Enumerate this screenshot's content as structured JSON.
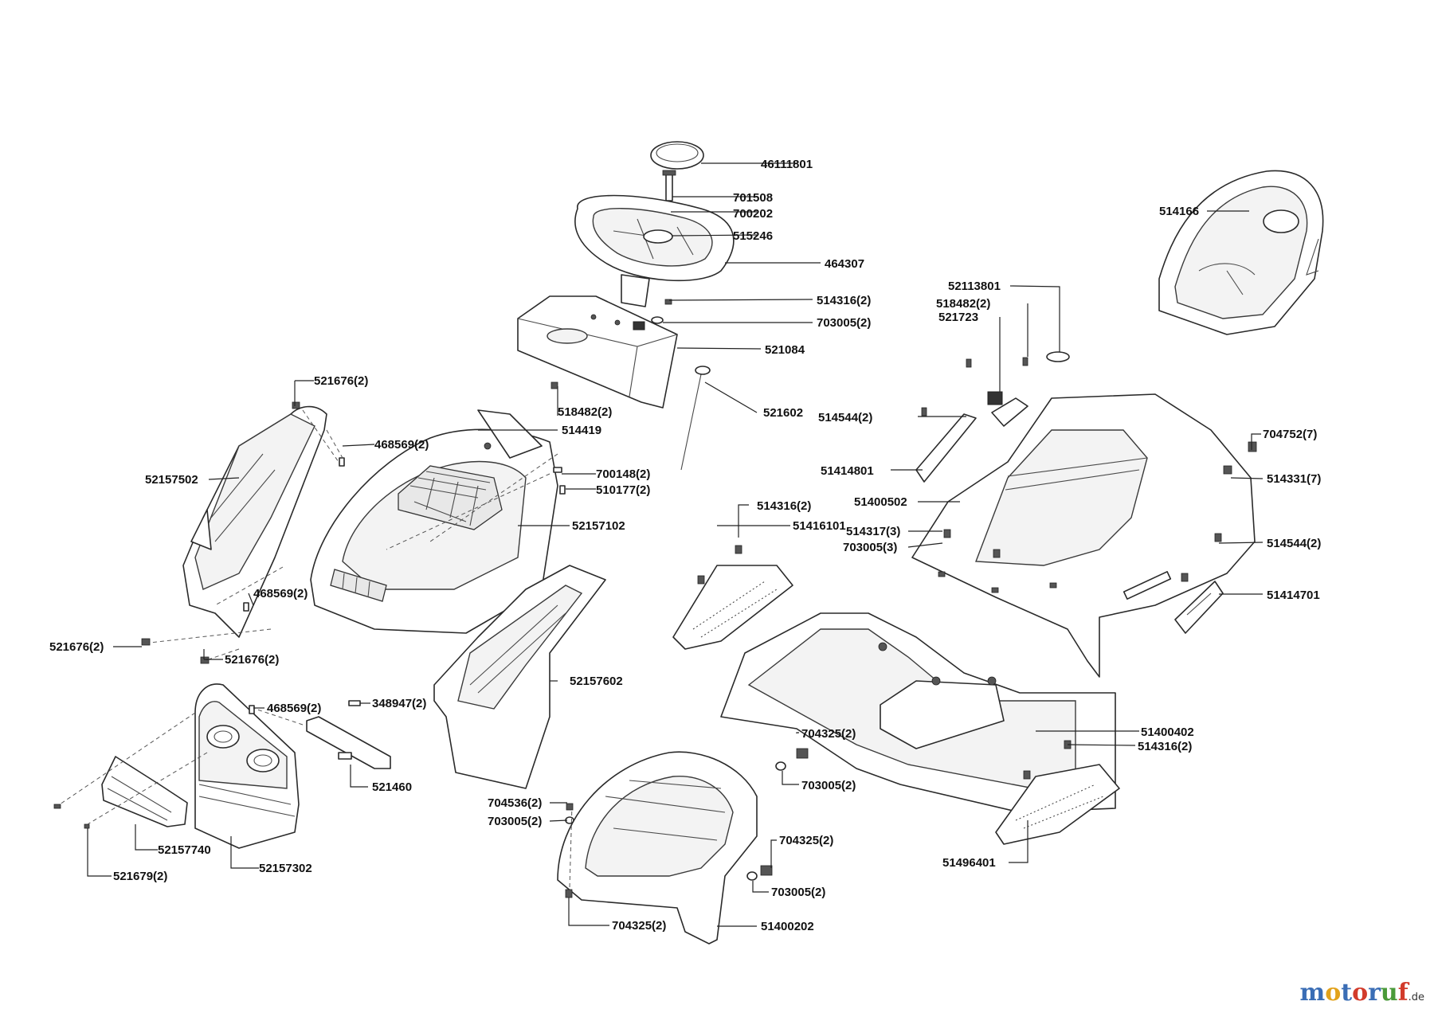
{
  "labels": [
    "46111801",
    "701508",
    "700202",
    "515246",
    "464307",
    "514316(2)",
    "703005(2)",
    "521084",
    "518482(2)",
    "521602",
    "514419",
    "521676(2)",
    "468569(2)",
    "52157502",
    "700148(2)",
    "510177(2)",
    "52157102",
    "468569(2)",
    "521676(2)",
    "521676(2)",
    "468569(2)",
    "348947(2)",
    "521460",
    "52157602",
    "52157740",
    "52157302",
    "521679(2)",
    "514166",
    "52113801",
    "518482(2)",
    "521723",
    "514544(2)",
    "51414801",
    "704752(7)",
    "514331(7)",
    "51400502",
    "514316(2)",
    "51416101",
    "514317(3)",
    "703005(3)",
    "514544(2)",
    "51414701",
    "704325(2)",
    "703005(2)",
    "51400402",
    "514316(2)",
    "704536(2)",
    "703005(2)",
    "704325(2)",
    "703005(2)",
    "704325(2)",
    "51400202",
    "51496401"
  ],
  "watermark": {
    "letters": [
      "m",
      "o",
      "t",
      "o",
      "r",
      "u",
      "f"
    ],
    "letter_colors": [
      "#3a6db5",
      "#e2a21a",
      "#3a6db5",
      "#d23b2b",
      "#3a6db5",
      "#4a9a3a",
      "#d23b2b"
    ],
    "suffix": ".de"
  }
}
